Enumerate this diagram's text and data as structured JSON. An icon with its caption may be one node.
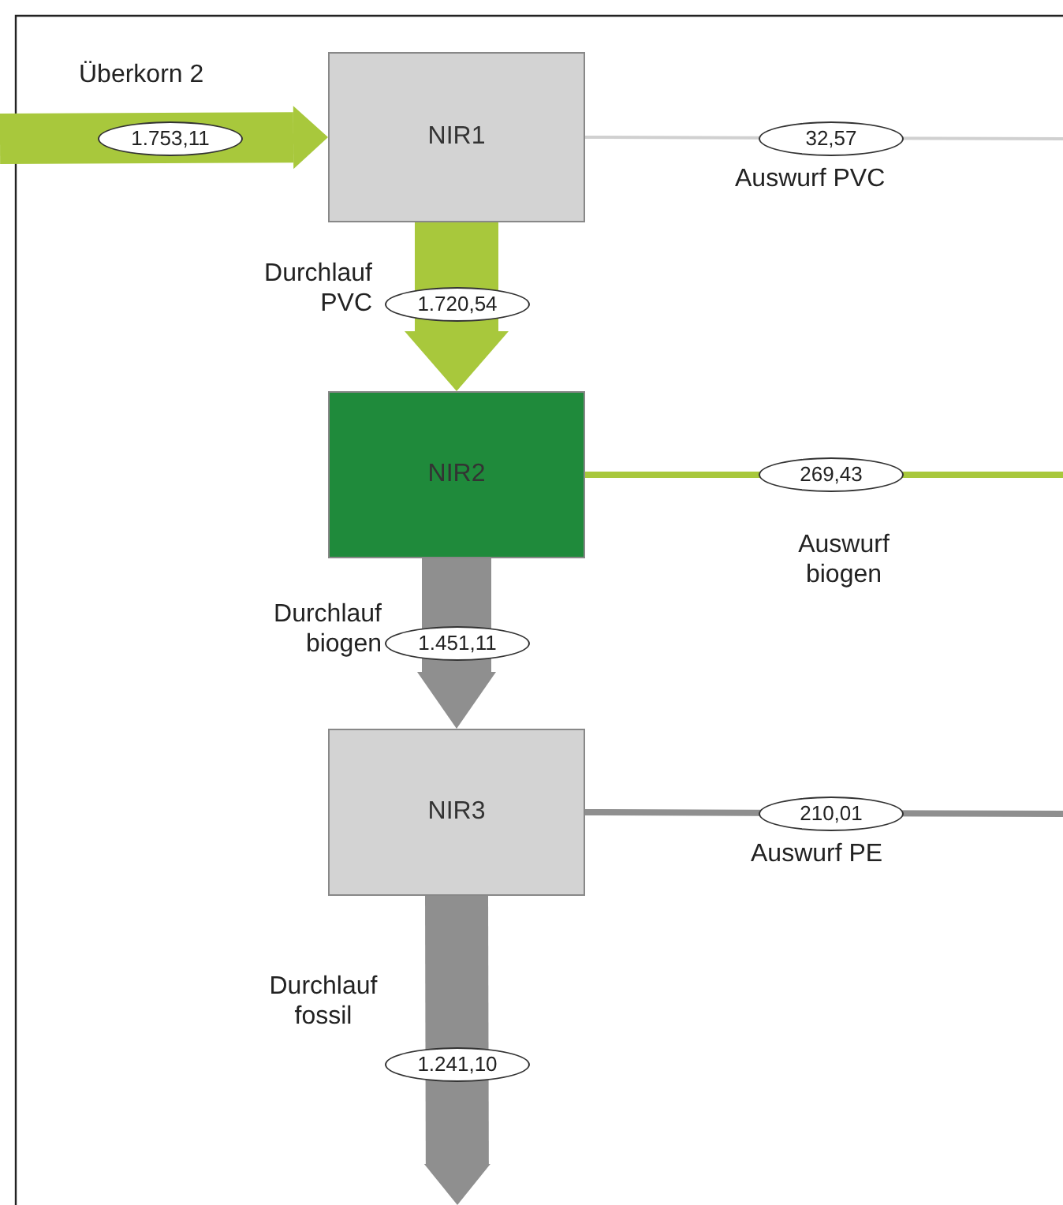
{
  "diagram": {
    "nodes": [
      {
        "text": [
          "NIR1"
        ]
      },
      {
        "text": [
          "NIR2"
        ]
      },
      {
        "text": [
          "NIR3"
        ]
      }
    ],
    "edges": [
      {
        "from": null,
        "to": 0,
        "arrow": "to",
        "label": "1.753,11",
        "color": "#a8c83c"
      },
      {
        "from": 0,
        "to": null,
        "arrow": "none",
        "label": "32,57",
        "color": "#d0d0d0"
      },
      {
        "from": 0,
        "to": 1,
        "arrow": "to",
        "label": "1.720,54",
        "color": "#a8c83c"
      },
      {
        "from": 1,
        "to": null,
        "arrow": "none",
        "label": "269,43",
        "color": "#a8c83c"
      },
      {
        "from": 1,
        "to": 2,
        "arrow": "to",
        "label": "1.451,11",
        "color": "#8f8f8f"
      },
      {
        "from": 2,
        "to": null,
        "arrow": "none",
        "label": "210,01",
        "color": "#8f8f8f"
      },
      {
        "from": 2,
        "to": null,
        "arrow": "to",
        "label": "1.241,10",
        "color": "#8f8f8f"
      }
    ],
    "labels": [
      "Überkorn 2",
      "Auswurf PVC",
      "Durchlauf PVC",
      "Auswurf biogen",
      "Durchlauf biogen",
      "Auswurf PE",
      "Durchlauf fossil"
    ]
  }
}
